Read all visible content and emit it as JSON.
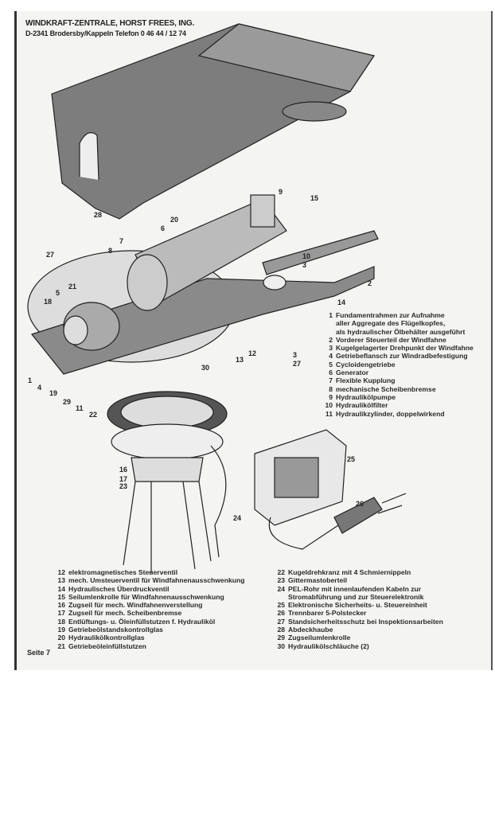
{
  "header": {
    "company": "WINDKRAFT-ZENTRALE, HORST FREES, ING.",
    "address": "D-2341 Brodersby/Kappeln   Telefon 0 46 44 / 12 74"
  },
  "callouts": [
    "9",
    "15",
    "28",
    "20",
    "6",
    "7",
    "8",
    "27",
    "10",
    "3",
    "2",
    "21",
    "5",
    "18",
    "14",
    "12",
    "13",
    "3",
    "27",
    "30",
    "1",
    "4",
    "19",
    "29",
    "11",
    "22",
    "25",
    "16",
    "17",
    "23",
    "26",
    "24"
  ],
  "legend_right_top": [
    {
      "n": "1",
      "text": "Fundamentrahmen zur Aufnahme",
      "cont": [
        "aller Aggregate des Flügelkopfes,",
        "als hydraulischer Ölbehälter ausgeführt"
      ]
    },
    {
      "n": "2",
      "text": "Vorderer Steuerteil der Windfahne"
    },
    {
      "n": "3",
      "text": "Kugelgelagerter Drehpunkt der Windfahne"
    },
    {
      "n": "4",
      "text": "Getriebeflansch zur Windradbefestigung"
    },
    {
      "n": "5",
      "text": "Cycloidengetriebe"
    },
    {
      "n": "6",
      "text": "Generator"
    },
    {
      "n": "7",
      "text": "Flexible Kupplung"
    },
    {
      "n": "8",
      "text": "mechanische Scheibenbremse"
    },
    {
      "n": "9",
      "text": "Hydraulikölpumpe"
    },
    {
      "n": "10",
      "text": "Hydraulikölfilter"
    },
    {
      "n": "11",
      "text": "Hydraulikzylinder, doppelwirkend"
    }
  ],
  "legend_bottom_left": [
    {
      "n": "12",
      "text": "elektromagnetisches Steuerventil"
    },
    {
      "n": "13",
      "text": "mech. Umsteuerventil für Windfahnenausschwenkung"
    },
    {
      "n": "14",
      "text": "Hydraulisches Überdruckventil"
    },
    {
      "n": "15",
      "text": "Seilumlenkrolle für Windfahnenausschwenkung"
    },
    {
      "n": "16",
      "text": "Zugseil für mech. Windfahnenverstellung"
    },
    {
      "n": "17",
      "text": "Zugseil für mech. Scheibenbremse"
    },
    {
      "n": "18",
      "text": "Entlüftungs- u. Öleinfüllstutzen f. Hydrauliköl"
    },
    {
      "n": "19",
      "text": "Getriebeölstandskontrollglas"
    },
    {
      "n": "20",
      "text": "Hydraulikölkontrollglas"
    },
    {
      "n": "21",
      "text": "Getriebeöleinfüllstutzen"
    }
  ],
  "legend_bottom_right": [
    {
      "n": "22",
      "text": "Kugeldrehkranz mit 4 Schmiernippeln"
    },
    {
      "n": "23",
      "text": "Gittermastoberteil"
    },
    {
      "n": "24",
      "text": "PEL-Rohr mit innenlaufenden Kabeln zur",
      "cont": [
        "Stromabführung und zur Steuerelektronik"
      ]
    },
    {
      "n": "25",
      "text": "Elektronische Sicherheits- u. Steuereinheit"
    },
    {
      "n": "26",
      "text": "Trennbarer 5-Polstecker"
    },
    {
      "n": "27",
      "text": "Standsicherheitsschutz bei Inspektionsarbeiten"
    },
    {
      "n": "28",
      "text": "Abdeckhaube"
    },
    {
      "n": "29",
      "text": "Zugseilumlenkrolle"
    },
    {
      "n": "30",
      "text": "Hydraulikölschläuche (2)"
    }
  ],
  "footer": {
    "page": "Seite  7"
  }
}
